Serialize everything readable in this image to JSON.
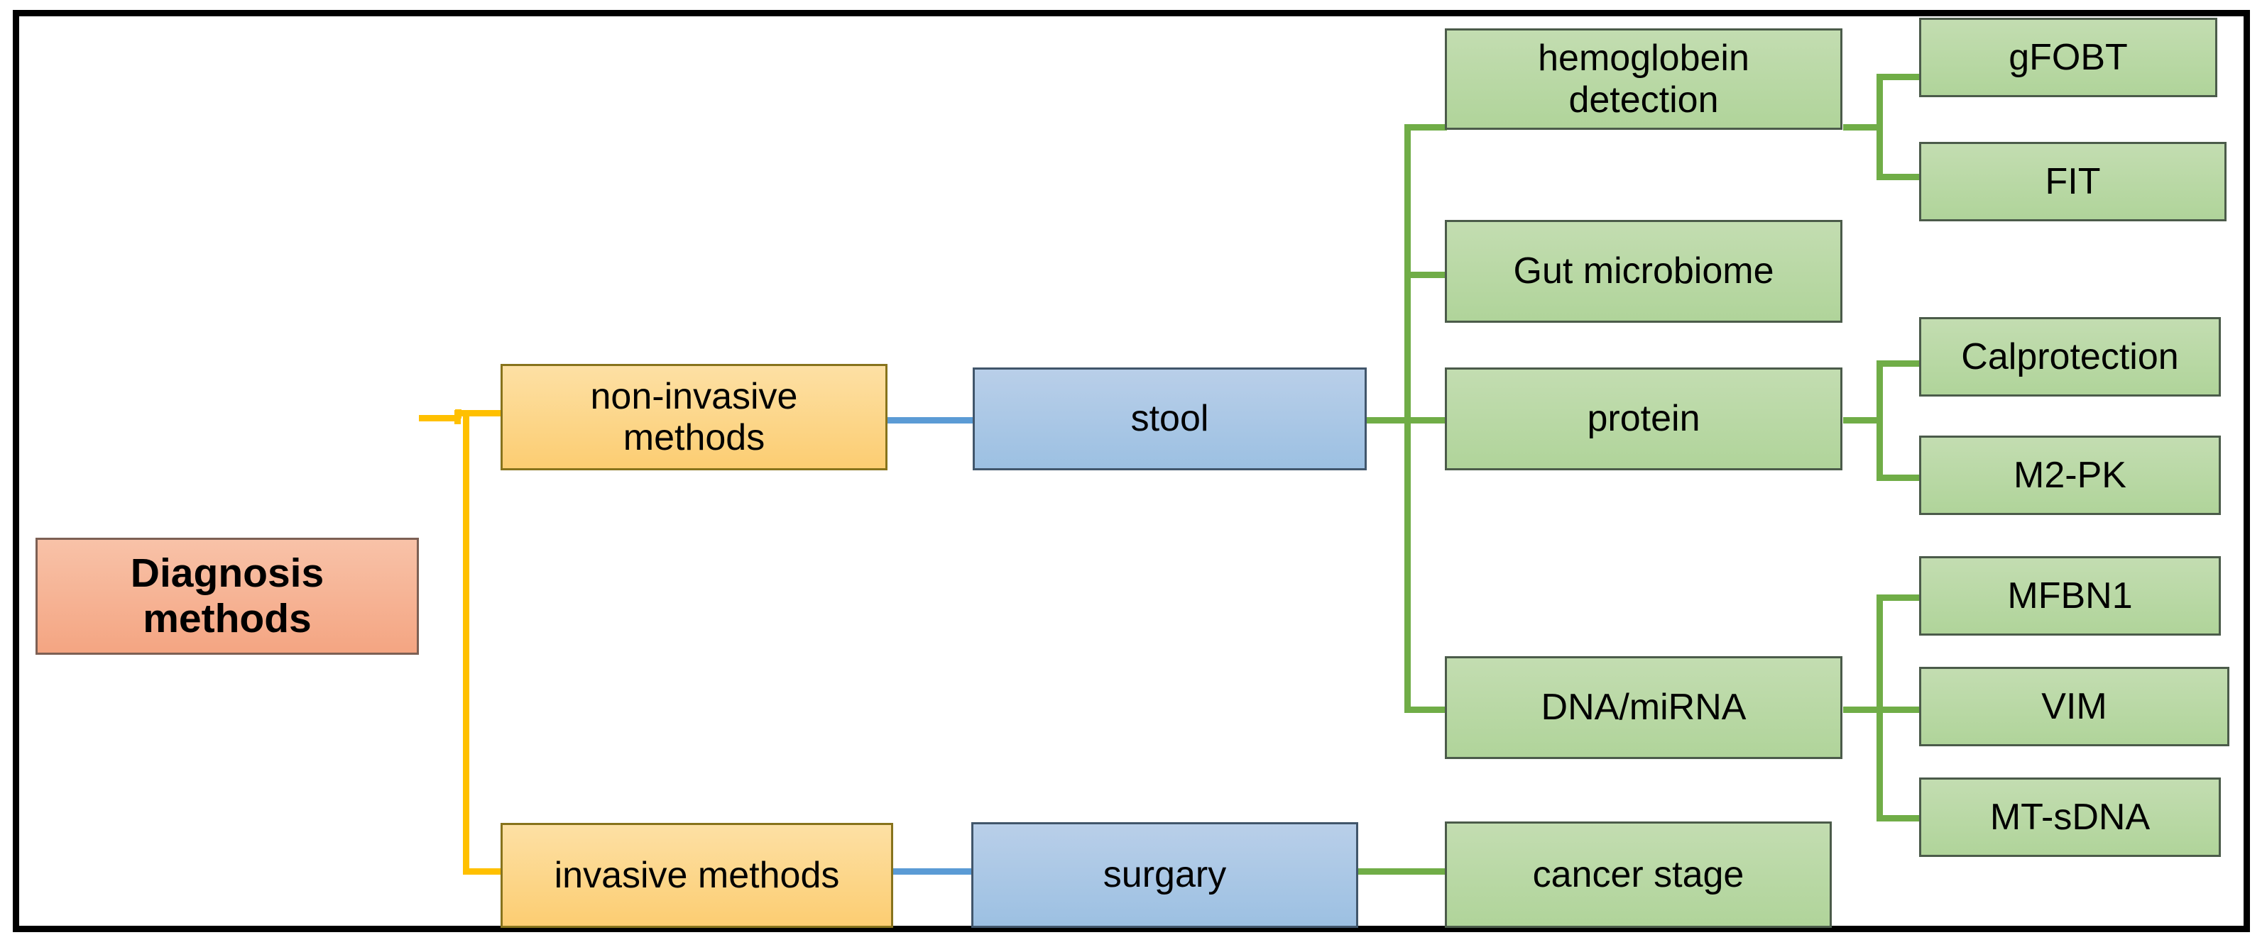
{
  "diagram": {
    "title": "Diagnosis methods flowchart",
    "colors": {
      "frame": "#000000",
      "root_fill": "#f4a582",
      "root_border": "#7d6054",
      "orange_fill": "#fccd72",
      "orange_border": "#87731c",
      "blue_fill": "#9cc0e2",
      "blue_border": "#41566b",
      "green_fill": "#b0d49a",
      "green_border": "#4b5b4a",
      "connector_yellow": "#ffc000",
      "connector_blue": "#5b9bd5",
      "connector_green": "#70ad47"
    },
    "nodes": {
      "root": "Diagnosis\nmethods",
      "non_invasive": "non-invasive\nmethods",
      "invasive": "invasive methods",
      "stool": "stool",
      "surgary": "surgary",
      "hemoglobein": "hemoglobein\ndetection",
      "gut_microbiome": "Gut microbiome",
      "protein": "protein",
      "dna_mirna": "DNA/miRNA",
      "cancer_stage": "cancer stage",
      "gfobt": "gFOBT",
      "fit": "FIT",
      "calprotection": "Calprotection",
      "m2pk": "M2-PK",
      "mfbn1": "MFBN1",
      "vim": "VIM",
      "mt_sdna": "MT-sDNA"
    },
    "edges": [
      {
        "from": "root",
        "to": "non_invasive",
        "color": "#ffc000"
      },
      {
        "from": "root",
        "to": "invasive",
        "color": "#ffc000"
      },
      {
        "from": "non_invasive",
        "to": "stool",
        "color": "#5b9bd5"
      },
      {
        "from": "invasive",
        "to": "surgary",
        "color": "#5b9bd5"
      },
      {
        "from": "stool",
        "to": "hemoglobein",
        "color": "#70ad47"
      },
      {
        "from": "stool",
        "to": "gut_microbiome",
        "color": "#70ad47"
      },
      {
        "from": "stool",
        "to": "protein",
        "color": "#70ad47"
      },
      {
        "from": "stool",
        "to": "dna_mirna",
        "color": "#70ad47"
      },
      {
        "from": "surgary",
        "to": "cancer_stage",
        "color": "#70ad47"
      },
      {
        "from": "hemoglobein",
        "to": "gfobt",
        "color": "#70ad47"
      },
      {
        "from": "hemoglobein",
        "to": "fit",
        "color": "#70ad47"
      },
      {
        "from": "protein",
        "to": "calprotection",
        "color": "#70ad47"
      },
      {
        "from": "protein",
        "to": "m2pk",
        "color": "#70ad47"
      },
      {
        "from": "dna_mirna",
        "to": "mfbn1",
        "color": "#70ad47"
      },
      {
        "from": "dna_mirna",
        "to": "vim",
        "color": "#70ad47"
      },
      {
        "from": "dna_mirna",
        "to": "mt_sdna",
        "color": "#70ad47"
      }
    ]
  }
}
